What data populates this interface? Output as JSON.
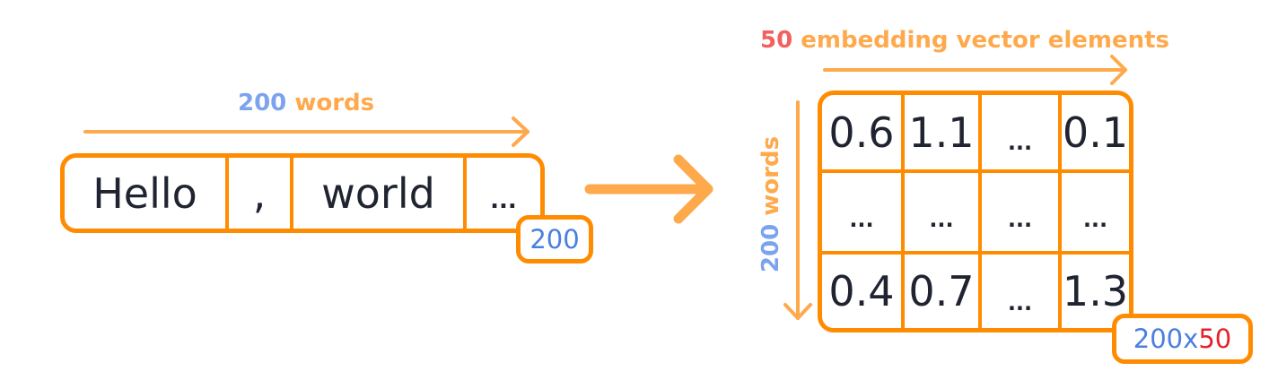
{
  "colors": {
    "border_orange": "#FF8C00",
    "arrow_orange": "#FFA94D",
    "label_blue": "#7BA3EE",
    "label_red": "#F26060",
    "badge_blue": "#4A7FE0",
    "badge_red": "#E8202A",
    "text_dark": "#1F2430"
  },
  "left": {
    "title": {
      "count": "200",
      "unit": "words"
    },
    "tokens": [
      "Hello",
      ",",
      "world",
      "..."
    ],
    "badge": "200",
    "arrow_icon": "arrow-right-icon"
  },
  "transform_arrow_icon": "arrow-right-icon",
  "right": {
    "title": {
      "count": "50",
      "unit": "embedding vector elements"
    },
    "side_label": {
      "count": "200",
      "unit": "words"
    },
    "matrix": [
      [
        "0.6",
        "1.1",
        "...",
        "0.1"
      ],
      [
        "...",
        "...",
        "...",
        "..."
      ],
      [
        "0.4",
        "0.7",
        "...",
        "1.3"
      ]
    ],
    "badge": {
      "rows": "200",
      "sep": "x",
      "cols": "50"
    },
    "col_arrow_icon": "arrow-right-icon",
    "row_arrow_icon": "arrow-down-icon"
  }
}
